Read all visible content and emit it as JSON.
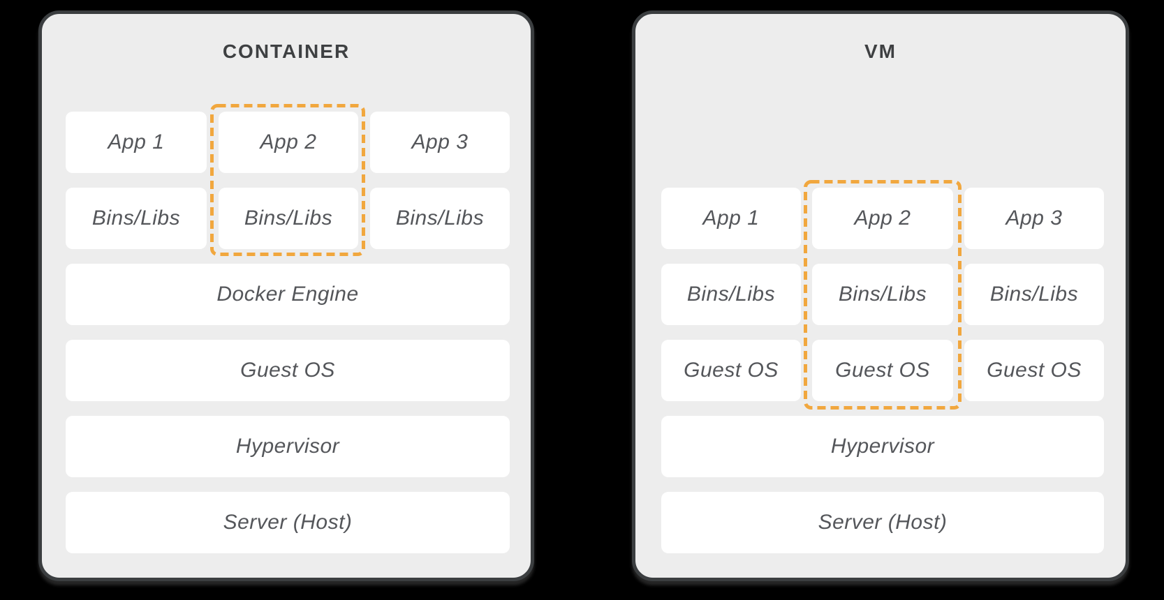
{
  "colors": {
    "background": "#000000",
    "panel_background": "#EDEDED",
    "panel_border": "#3B3E40",
    "box_background": "#FFFFFF",
    "highlight_dash": "#F1A73E",
    "title_text": "#3E4042",
    "box_text": "#54565A"
  },
  "panels": [
    {
      "title": "CONTAINER",
      "apps": [
        "App 1",
        "App 2",
        "App 3"
      ],
      "bins": [
        "Bins/Libs",
        "Bins/Libs",
        "Bins/Libs"
      ],
      "layers": [
        "Docker Engine",
        "Guest OS",
        "Hypervisor",
        "Server (Host)"
      ],
      "highlighted_column": "App 2"
    },
    {
      "title": "VM",
      "apps": [
        "App 1",
        "App 2",
        "App 3"
      ],
      "bins": [
        "Bins/Libs",
        "Bins/Libs",
        "Bins/Libs"
      ],
      "guest_os": [
        "Guest OS",
        "Guest OS",
        "Guest OS"
      ],
      "layers": [
        "Hypervisor",
        "Server (Host)"
      ],
      "highlighted_column": "App 2"
    }
  ]
}
